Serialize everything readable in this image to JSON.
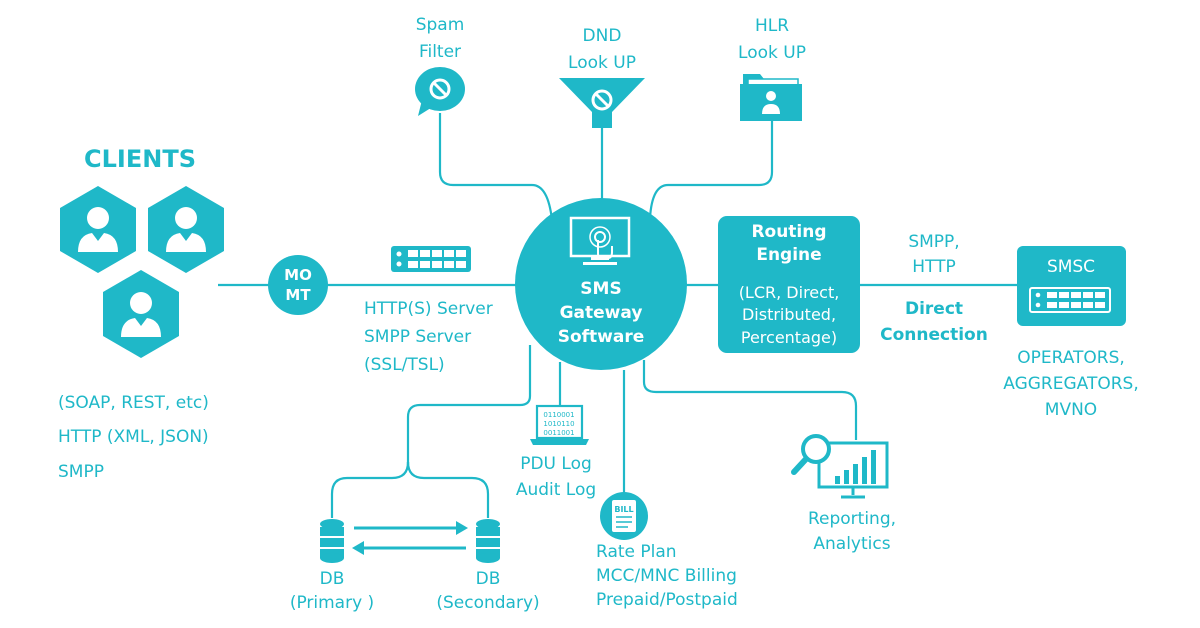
{
  "colors": {
    "accent": "#1fb8c8",
    "white": "#ffffff"
  },
  "clients": {
    "title": "CLIENTS",
    "protocols": [
      "(SOAP, REST, etc)",
      "HTTP (XML, JSON)",
      "SMPP"
    ]
  },
  "momt": {
    "line1": "MO",
    "line2": "MT"
  },
  "server": {
    "lines": [
      "HTTP(S) Server",
      "SMPP Server",
      "(SSL/TSL)"
    ]
  },
  "gateway": {
    "lines": [
      "SMS",
      "Gateway",
      "Software"
    ]
  },
  "spam": {
    "lines": [
      "Spam",
      "Filter"
    ],
    "icon": "no-entry-speech-bubble-icon"
  },
  "dnd": {
    "lines": [
      "DND",
      "Look UP"
    ],
    "icon": "no-entry-funnel-icon"
  },
  "hlr": {
    "lines": [
      "HLR",
      "Look UP"
    ],
    "icon": "folder-user-icon"
  },
  "routing": {
    "title_lines": [
      "Routing",
      "Engine"
    ],
    "detail_lines": [
      "(LCR, Direct,",
      "Distributed,",
      "Percentage)"
    ]
  },
  "smsc_link": {
    "protocol_lines": [
      "SMPP,",
      "HTTP"
    ],
    "direct_lines": [
      "Direct",
      "Connection"
    ]
  },
  "smsc": {
    "label": "SMSC",
    "operator_lines": [
      "OPERATORS,",
      "AGGREGATORS,",
      "MVNO"
    ]
  },
  "pdu": {
    "lines": [
      "PDU Log",
      "Audit Log"
    ],
    "binary_lines": [
      "0110001",
      "1010110",
      "0011001"
    ]
  },
  "db_primary": {
    "lines": [
      "DB",
      "(Primary )"
    ]
  },
  "db_secondary": {
    "lines": [
      "DB",
      "(Secondary)"
    ]
  },
  "billing": {
    "badge": "BILL",
    "lines": [
      "Rate Plan",
      "MCC/MNC Billing",
      "Prepaid/Postpaid"
    ]
  },
  "reporting": {
    "lines": [
      "Reporting,",
      "Analytics"
    ]
  }
}
